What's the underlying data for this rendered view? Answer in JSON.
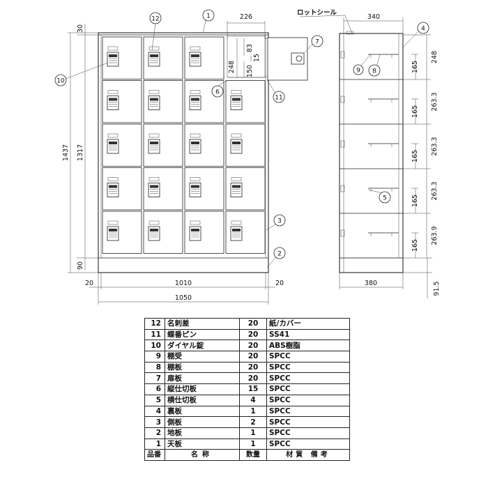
{
  "front_view": {
    "overall_width": "1050",
    "inner_width": "1010",
    "side_margin_left": "20",
    "side_margin_right": "20",
    "overall_height": "1437",
    "body_height": "1317",
    "top_height": "30",
    "base_height": "90",
    "door_width": "226",
    "door_height": "248",
    "lock_offset_a": "83",
    "lock_offset_b": "150",
    "lock_size": "15",
    "rows": 5,
    "cols": 4
  },
  "side_view": {
    "label": "ロットシール",
    "depth_top": "340",
    "depth_bottom": "380",
    "compartment_heights": [
      "248",
      "263.3",
      "263.3",
      "263.3",
      "263.9"
    ],
    "shelf_heights": [
      "165",
      "165",
      "165",
      "165",
      "165"
    ],
    "base_height": "91.5"
  },
  "callouts": {
    "c1": "1",
    "c2": "2",
    "c3": "3",
    "c4": "4",
    "c5": "5",
    "c6": "6",
    "c7": "7",
    "c8": "8",
    "c9": "9",
    "c10": "10",
    "c11": "11",
    "c12": "12"
  },
  "bom": {
    "rows": [
      {
        "no": "12",
        "name": "名刺差",
        "qty": "20",
        "material": "紙/カバー"
      },
      {
        "no": "11",
        "name": "蝶番ピン",
        "qty": "20",
        "material": "SS41"
      },
      {
        "no": "10",
        "name": "ダイヤル錠",
        "qty": "20",
        "material": "ABS樹脂"
      },
      {
        "no": "9",
        "name": "棚受",
        "qty": "20",
        "material": "SPCC"
      },
      {
        "no": "8",
        "name": "棚板",
        "qty": "20",
        "material": "SPCC"
      },
      {
        "no": "7",
        "name": "扉板",
        "qty": "20",
        "material": "SPCC"
      },
      {
        "no": "6",
        "name": "縦仕切板",
        "qty": "15",
        "material": "SPCC"
      },
      {
        "no": "5",
        "name": "横仕切板",
        "qty": "4",
        "material": "SPCC"
      },
      {
        "no": "4",
        "name": "裏板",
        "qty": "1",
        "material": "SPCC"
      },
      {
        "no": "3",
        "name": "側板",
        "qty": "2",
        "material": "SPCC"
      },
      {
        "no": "2",
        "name": "地板",
        "qty": "1",
        "material": "SPCC"
      },
      {
        "no": "1",
        "name": "天板",
        "qty": "1",
        "material": "SPCC"
      }
    ],
    "header": {
      "no": "品番",
      "name": "名称",
      "qty": "数量",
      "material": "材質 備考"
    }
  }
}
